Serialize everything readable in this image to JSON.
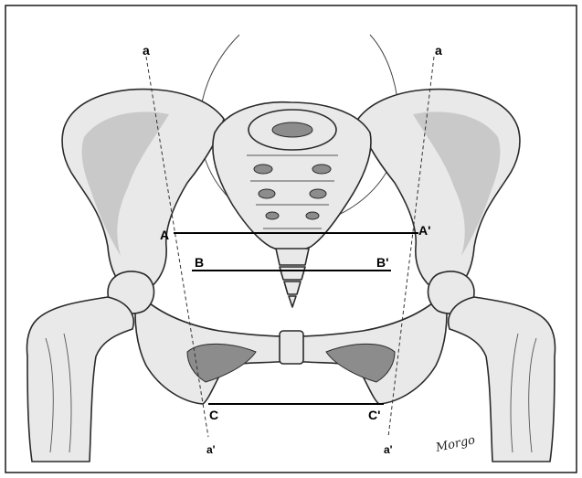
{
  "figure": {
    "labels": {
      "axis_left_top": "a",
      "axis_right_top": "a",
      "axis_left_bottom": "a'",
      "axis_right_bottom": "a'",
      "point_A": "A",
      "point_A_prime": "A'",
      "point_B": "B",
      "point_B_prime": "B'",
      "point_C": "C",
      "point_C_prime": "C'"
    },
    "signature": "Morgo"
  }
}
